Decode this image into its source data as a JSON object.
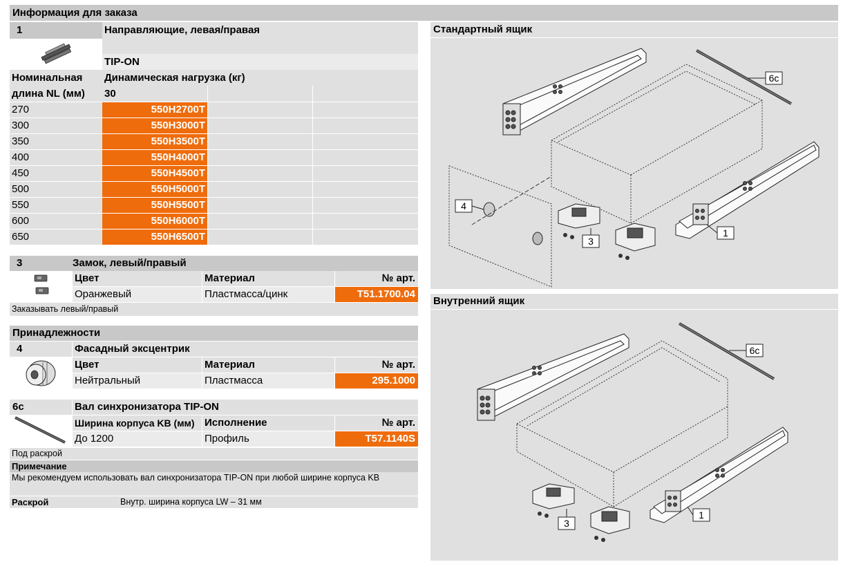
{
  "header": {
    "title": "Информация для заказа"
  },
  "section1": {
    "number": "1",
    "title": "Направляющие, левая/правая",
    "variant": "TIP-ON",
    "col_nl_1": "Номинальная",
    "col_nl_2": "длина NL (мм)",
    "col_load": "Динамическая нагрузка (кг)",
    "load_value": "30",
    "rows": [
      {
        "nl": "270",
        "art": "550H2700T"
      },
      {
        "nl": "300",
        "art": "550H3000T"
      },
      {
        "nl": "350",
        "art": "550H3500T"
      },
      {
        "nl": "400",
        "art": "550H4000T"
      },
      {
        "nl": "450",
        "art": "550H4500T"
      },
      {
        "nl": "500",
        "art": "550H5000T"
      },
      {
        "nl": "550",
        "art": "550H5500T"
      },
      {
        "nl": "600",
        "art": "550H6000T"
      },
      {
        "nl": "650",
        "art": "550H6500T"
      }
    ]
  },
  "section3": {
    "number": "3",
    "title": "Замок, левый/правый",
    "col_color": "Цвет",
    "col_material": "Материал",
    "col_art": "№ арт.",
    "color": "Оранжевый",
    "material": "Пластмасса/цинк",
    "art": "T51.1700.04",
    "note": "Заказывать левый/правый"
  },
  "accessories": {
    "title": "Принадлежности"
  },
  "section4": {
    "number": "4",
    "title": "Фасадный эксцентрик",
    "col_color": "Цвет",
    "col_material": "Материал",
    "col_art": "№ арт.",
    "color": "Нейтральный",
    "material": "Пластмасса",
    "art": "295.1000"
  },
  "section6c": {
    "number": "6c",
    "title": "Вал синхронизатора TIP-ON",
    "col_width": "Ширина корпуса KB (мм)",
    "col_exec": "Исполнение",
    "col_art": "№ арт.",
    "width": "До 1200",
    "exec": "Профиль",
    "art": "T57.1140S",
    "cut_note": "Под раскрой"
  },
  "note": {
    "label": "Примечание",
    "text": "Мы рекомендуем использовать вал синхронизатора TIP-ON при любой ширине корпуса KB",
    "cut_label": "Раскрой",
    "cut_text": "Внутр. ширина корпуса LW – 31 мм"
  },
  "panel_standard": {
    "title": "Стандартный ящик",
    "labels": [
      "6c",
      "4",
      "3",
      "1"
    ]
  },
  "panel_inner": {
    "title": "Внутренний ящик",
    "labels": [
      "6c",
      "3",
      "1"
    ]
  }
}
